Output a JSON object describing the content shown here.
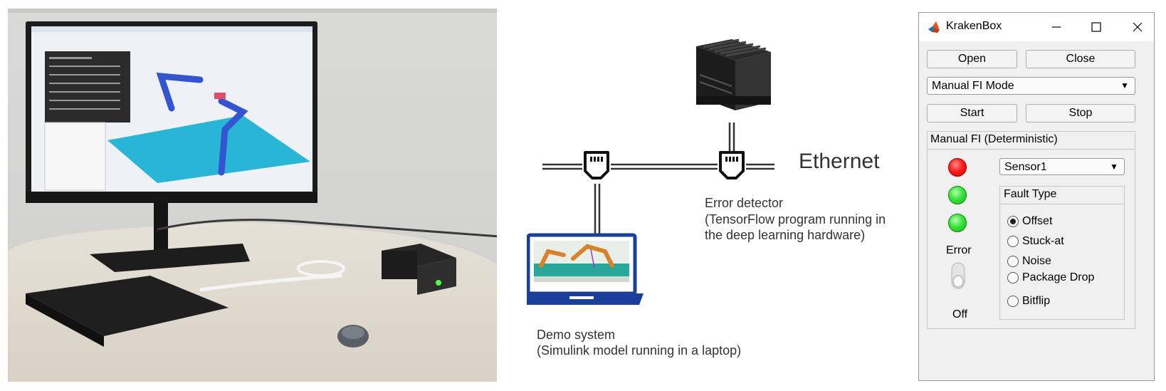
{
  "diagram": {
    "ethernet_label": "Ethernet",
    "error_detector": {
      "title": "Error detector",
      "line1": "(TensorFlow program running in",
      "line2": "the deep learning hardware)"
    },
    "demo_system": {
      "title": "Demo system",
      "line1": "(Simulink model running in a laptop)"
    }
  },
  "window": {
    "title": "KrakenBox",
    "controls": {
      "minimize": "minimize-icon",
      "maximize": "maximize-icon",
      "close": "close-icon"
    },
    "open_label": "Open",
    "close_label": "Close",
    "mode": {
      "selected": "Manual FI Mode"
    },
    "start_label": "Start",
    "stop_label": "Stop",
    "manual_panel": {
      "title": "Manual FI (Deterministic)",
      "lamps": [
        "red",
        "green",
        "green"
      ],
      "error_label": "Error",
      "switch_state": "Off",
      "sensor": {
        "selected": "Sensor1"
      },
      "fault_type": {
        "title": "Fault Type",
        "options": [
          "Offset",
          "Stuck-at",
          "Noise",
          "Package Drop",
          "Bitflip"
        ],
        "selected": "Offset"
      }
    }
  },
  "colors": {
    "lamp_red": "#ff1e1e",
    "lamp_green": "#39e339",
    "laptop_blue": "#1a3f9a",
    "floor_cyan": "#28b5d6"
  }
}
